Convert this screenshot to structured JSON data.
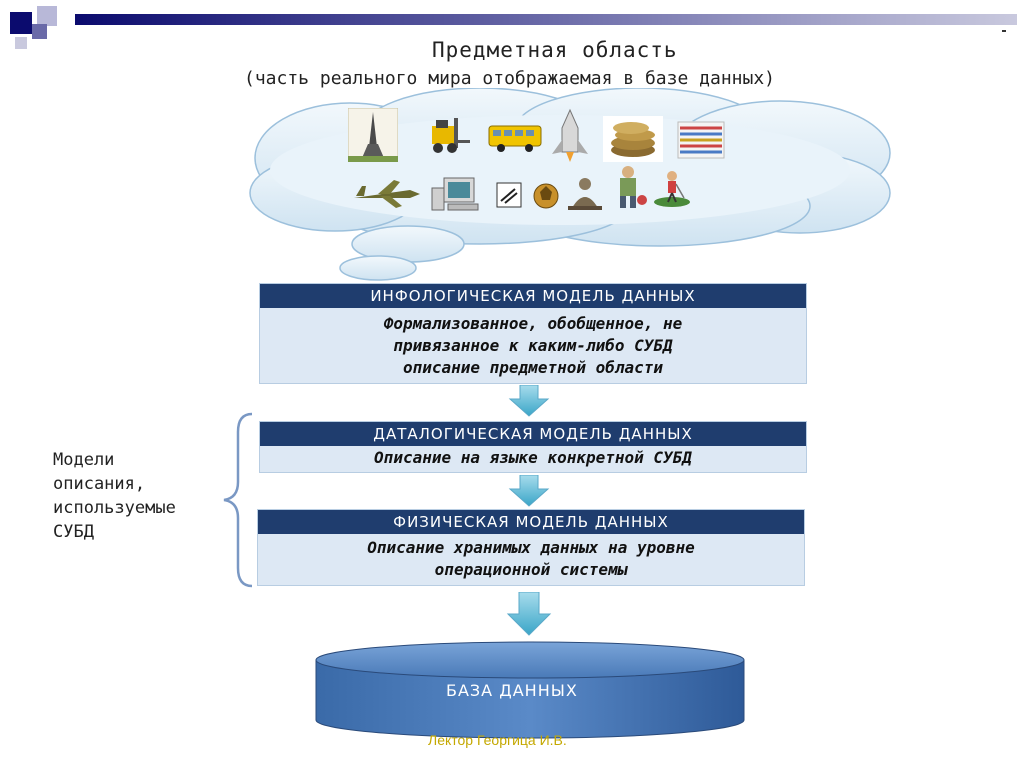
{
  "title": "Предметная область",
  "subtitle": "(часть реального мира отображаемая в базе данных)",
  "cloud_icons": [
    "eiffel-tower-icon",
    "forklift-icon",
    "school-bus-icon",
    "space-shuttle-icon",
    "coins-icon",
    "paper-stack-icon",
    "airplane-icon",
    "computer-icon",
    "tool-sign-icon",
    "ball-icon",
    "buddha-statue-icon",
    "worker-icon",
    "golfer-icon"
  ],
  "models": [
    {
      "heading": "ИНФОЛОГИЧЕСКАЯ МОДЕЛЬ ДАННЫХ",
      "lines": [
        "Формализованное, обобщенное, не",
        "привязанное к каким-либо СУБД",
        "описание предметной области"
      ]
    },
    {
      "heading": "ДАТАЛОГИЧЕСКАЯ МОДЕЛЬ ДАННЫХ",
      "lines": [
        "Описание на языке конкретной СУБД"
      ]
    },
    {
      "heading": "ФИЗИЧЕСКАЯ МОДЕЛЬ ДАННЫХ",
      "lines": [
        "Описание хранимых данных на уровне",
        "операционной системы"
      ]
    }
  ],
  "side_label": [
    "Модели",
    "описания,",
    "используемые",
    "СУБД"
  ],
  "database_label": "БАЗА ДАННЫХ",
  "footer": "Лектор Георгица И.В."
}
